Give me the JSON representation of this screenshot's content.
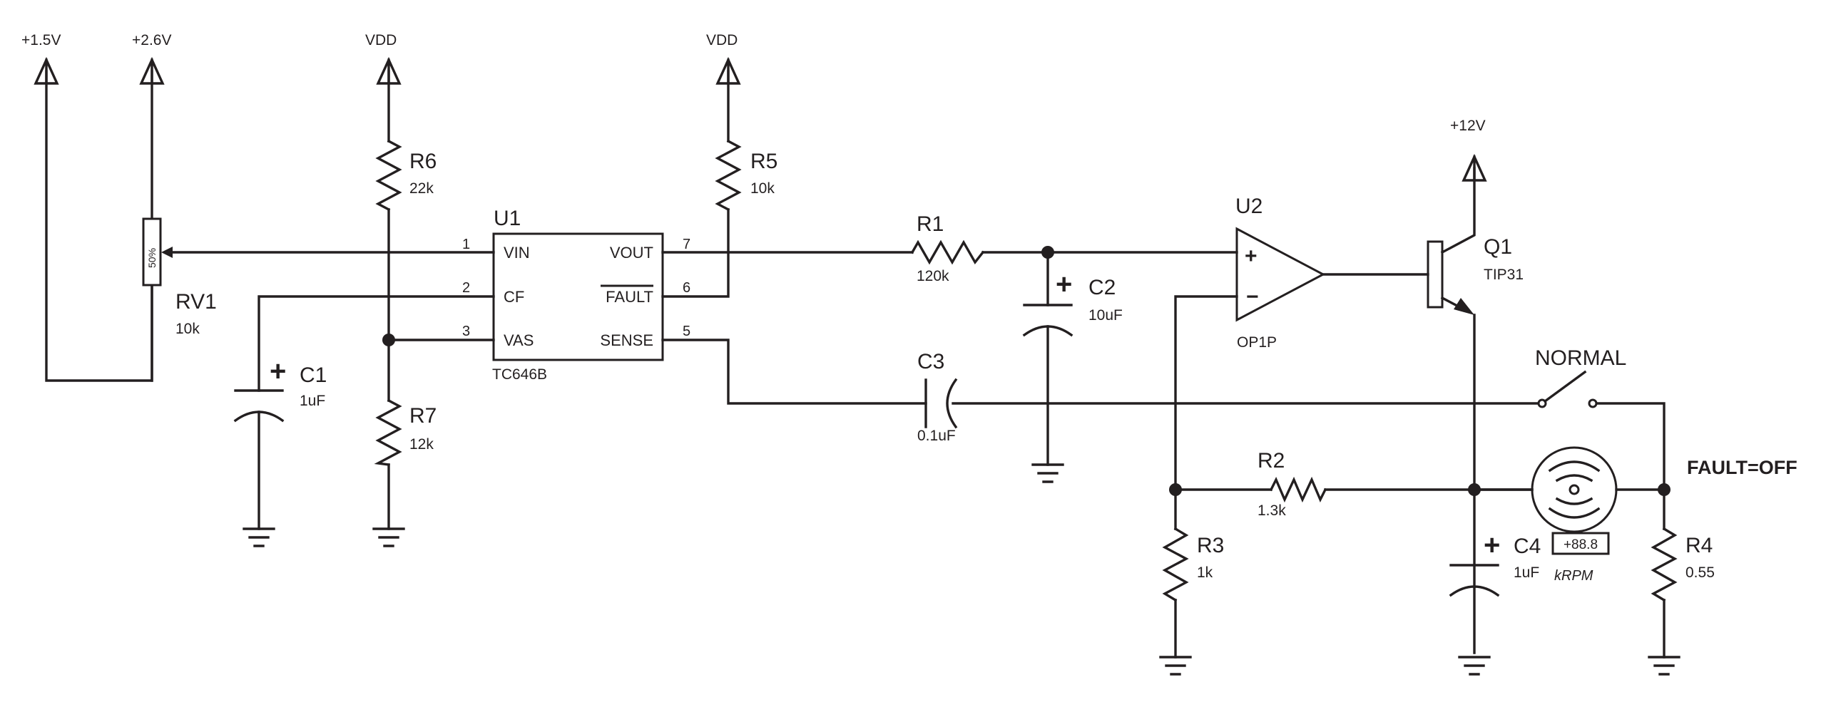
{
  "rails": {
    "p15": "+1.5V",
    "p26": "+2.6V",
    "vdd1": "VDD",
    "vdd2": "VDD",
    "p12": "+12V"
  },
  "components": {
    "r6": {
      "ref": "R6",
      "value": "22k"
    },
    "r7": {
      "ref": "R7",
      "value": "12k"
    },
    "r5": {
      "ref": "R5",
      "value": "10k"
    },
    "r1": {
      "ref": "R1",
      "value": "120k"
    },
    "r2": {
      "ref": "R2",
      "value": "1.3k"
    },
    "r3": {
      "ref": "R3",
      "value": "1k"
    },
    "r4": {
      "ref": "R4",
      "value": "0.55"
    },
    "rv1": {
      "ref": "RV1",
      "value": "10k",
      "setting": "50%"
    },
    "c1": {
      "ref": "C1",
      "value": "1uF"
    },
    "c2": {
      "ref": "C2",
      "value": "10uF"
    },
    "c3": {
      "ref": "C3",
      "value": "0.1uF"
    },
    "c4": {
      "ref": "C4",
      "value": "1uF"
    },
    "u1": {
      "ref": "U1",
      "part": "TC646B",
      "pins": [
        {
          "num": "1",
          "name": "VIN"
        },
        {
          "num": "2",
          "name": "CF"
        },
        {
          "num": "3",
          "name": "VAS"
        },
        {
          "num": "7",
          "name": "VOUT"
        },
        {
          "num": "6",
          "name": "FAULT"
        },
        {
          "num": "5",
          "name": "SENSE"
        }
      ]
    },
    "u2": {
      "ref": "U2",
      "part": "OP1P",
      "plus": "+",
      "minus": "−"
    },
    "q1": {
      "ref": "Q1",
      "part": "TIP31"
    },
    "fan": {
      "display": "+88.8",
      "unit": "kRPM"
    }
  },
  "polarity_mark": "+",
  "switch_label": "NORMAL",
  "status_label": "FAULT=OFF"
}
